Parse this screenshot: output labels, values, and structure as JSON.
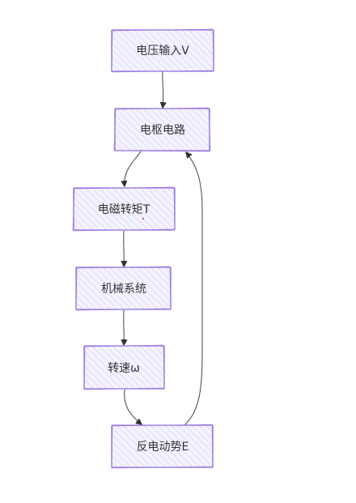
{
  "nodes": [
    {
      "id": "voltage_input",
      "label": "电压输入V"
    },
    {
      "id": "armature_circuit",
      "label": "电枢电路"
    },
    {
      "id": "em_torque",
      "label": "电磁转矩T"
    },
    {
      "id": "mechanical_system",
      "label": "机械系统"
    },
    {
      "id": "speed",
      "label": "转速ω"
    },
    {
      "id": "back_emf",
      "label": "反电动势E"
    }
  ],
  "edges": [
    {
      "from": "voltage_input",
      "to": "armature_circuit"
    },
    {
      "from": "armature_circuit",
      "to": "em_torque"
    },
    {
      "from": "em_torque",
      "to": "mechanical_system"
    },
    {
      "from": "mechanical_system",
      "to": "speed"
    },
    {
      "from": "speed",
      "to": "back_emf"
    },
    {
      "from": "back_emf",
      "to": "armature_circuit"
    }
  ],
  "colors": {
    "node_fill": "#ececff",
    "node_stroke": "#9370db",
    "edge": "#555555",
    "text": "#333333"
  }
}
